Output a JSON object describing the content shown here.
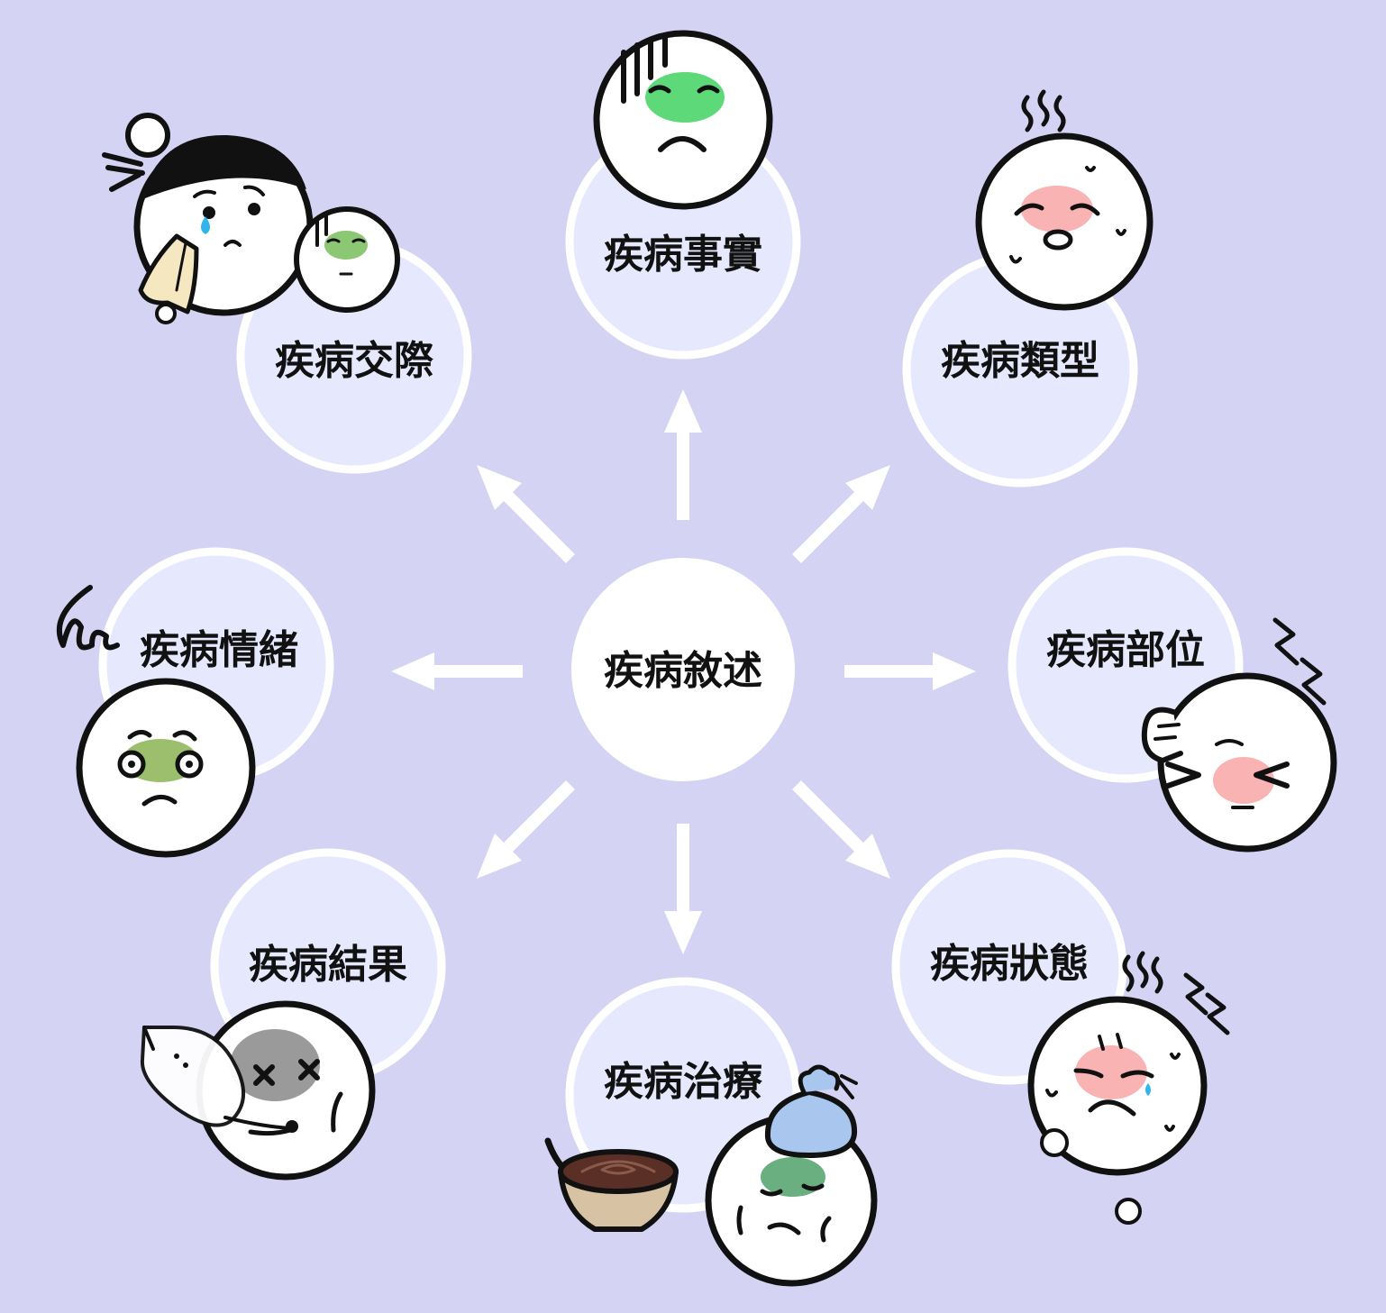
{
  "center": {
    "label": "疾病敘述"
  },
  "nodes": [
    {
      "id": "facts",
      "label": "疾病事實"
    },
    {
      "id": "type",
      "label": "疾病類型"
    },
    {
      "id": "site",
      "label": "疾病部位"
    },
    {
      "id": "state",
      "label": "疾病狀態"
    },
    {
      "id": "treatment",
      "label": "疾病治療"
    },
    {
      "id": "outcome",
      "label": "疾病結果"
    },
    {
      "id": "emotion",
      "label": "疾病情緒"
    },
    {
      "id": "social",
      "label": "疾病交際"
    }
  ],
  "colors": {
    "background": "#d5d3f3",
    "node_fill": "#e6e9fd",
    "node_stroke": "#ffffff",
    "center_fill": "#ffffff",
    "arrow": "#ffffff",
    "outline": "#111111",
    "nausea_green": "#5ed97a",
    "blush_pink": "#f9b3b3",
    "grey_patch": "#9a9a9a",
    "tear_blue": "#2fb4ec",
    "ice_bag_blue": "#a9c7ee",
    "soup_brown": "#5a2f25",
    "bowl_tan": "#d8c2a4",
    "olive_green": "#9cbf6e"
  },
  "icons": [
    "nauseous-face-icon",
    "feverish-sweating-face-icon",
    "headache-face-icon",
    "exhausted-sick-face-icon",
    "ice-bag-face-icon",
    "medicine-bowl-icon",
    "knocked-out-face-icon",
    "ghost-spirit-icon",
    "anxious-face-icon",
    "crying-mother-icon",
    "handkerchief-icon",
    "small-sick-child-icon"
  ]
}
